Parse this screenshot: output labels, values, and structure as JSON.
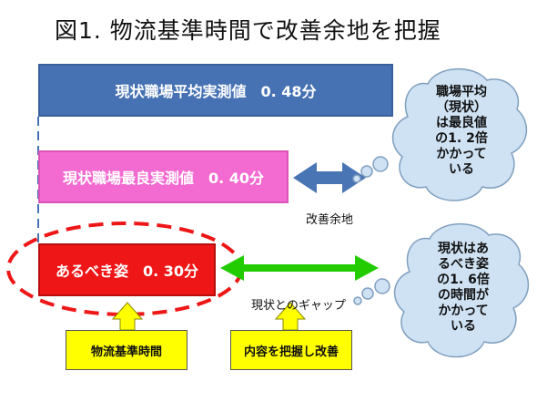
{
  "title": "図1. 物流基準時間で改善余地を把握",
  "bars": {
    "current": "現状職場平均実測値　0. 48分",
    "best": "現状職場最良実測値　0. 40分",
    "ideal": "あるべき姿　0. 30分"
  },
  "arrows": {
    "improvement_label": "改善余地",
    "gap_label": "現状とのギャップ"
  },
  "callouts": {
    "top": [
      "職場平均",
      "（現状）",
      "は最良値",
      "の1. 2倍",
      "かかって",
      "いる"
    ],
    "bottom": [
      "現状はあ",
      "るべき姿",
      "の1. 6倍",
      "の時間が",
      "かかって",
      "いる"
    ]
  },
  "boxes": {
    "left": "物流基準時間",
    "right": "内容を把握し改善"
  },
  "colors": {
    "current_bar": "#4672b4",
    "best_bar": "#f36ad0",
    "ideal_bar": "#ee1616",
    "blue_arrow": "#4a75b5",
    "green_arrow": "#22cc00",
    "yellow": "#ffff00",
    "cloud": "#cfe2f3"
  }
}
